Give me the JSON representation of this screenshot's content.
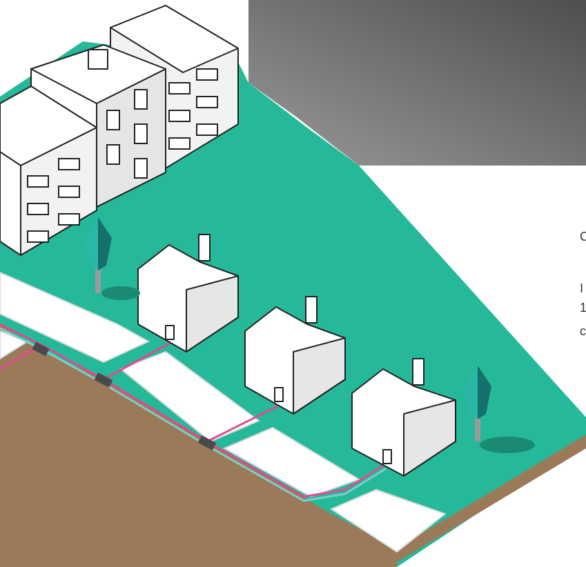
{
  "colors": {
    "grass": "#25b99a",
    "grass_side": "#1c8e76",
    "soil": "#9b7a5a",
    "soil_dark": "#7a5d41",
    "sidewalk": "#ffffff",
    "sidewalk_side": "#d8d8d8",
    "building_outline": "#222222",
    "building_fill": "#ffffff",
    "building_shade": "#e6e6e6",
    "building_side": "#f2f2f2",
    "tree_light": "#2bb7a6",
    "tree_dark": "#14706a",
    "trunk": "#9a9a9a",
    "shadow": "#1a8a72",
    "cable_pink": "#e04a8f",
    "cable_teal": "#7ccfc9",
    "cable_white": "#ffffff",
    "junction": "#4a4a4a",
    "gray_panel_light": "#8e8e8e",
    "gray_panel_dark": "#5a5a5a"
  },
  "icons": {
    "apartment_building": "apartment-building-icon",
    "house": "house-icon",
    "tree": "tree-icon",
    "junction_box": "junction-box-icon",
    "cable": "fiber-cable-icon"
  },
  "edge_text": {
    "line1": "C",
    "line2": "I",
    "line3": "1",
    "line4": "c"
  }
}
